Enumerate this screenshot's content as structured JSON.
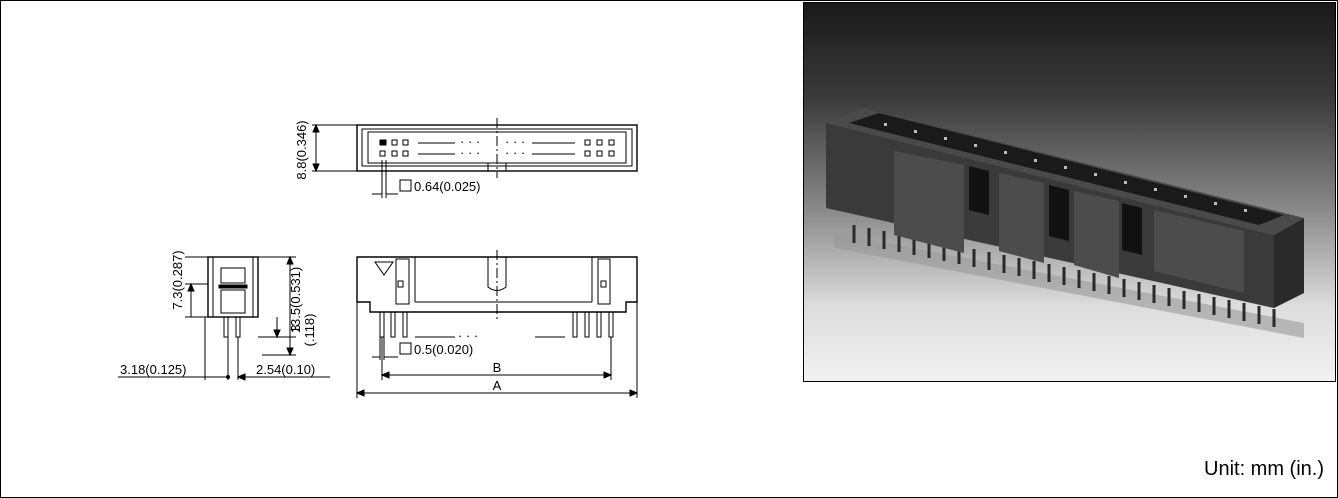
{
  "top_view": {
    "height_label": "8.8(0.346)",
    "pin_size_label": "0.64(0.025)"
  },
  "side_view": {
    "body_height_label": "7.3(0.287)",
    "total_height_label": "13.5(0.531)",
    "pin_length_label_1": "3",
    "pin_length_label_2": "(.118)",
    "row_pitch_label": "3.18(0.125)",
    "pin_pitch_label": "2.54(0.10)"
  },
  "front_view": {
    "pin_size_label": "0.5(0.020)",
    "dim_b_label": "B",
    "dim_a_label": "A"
  },
  "photo": {
    "subject": "connector-photo"
  },
  "unit_note": "Unit: mm (in.)"
}
